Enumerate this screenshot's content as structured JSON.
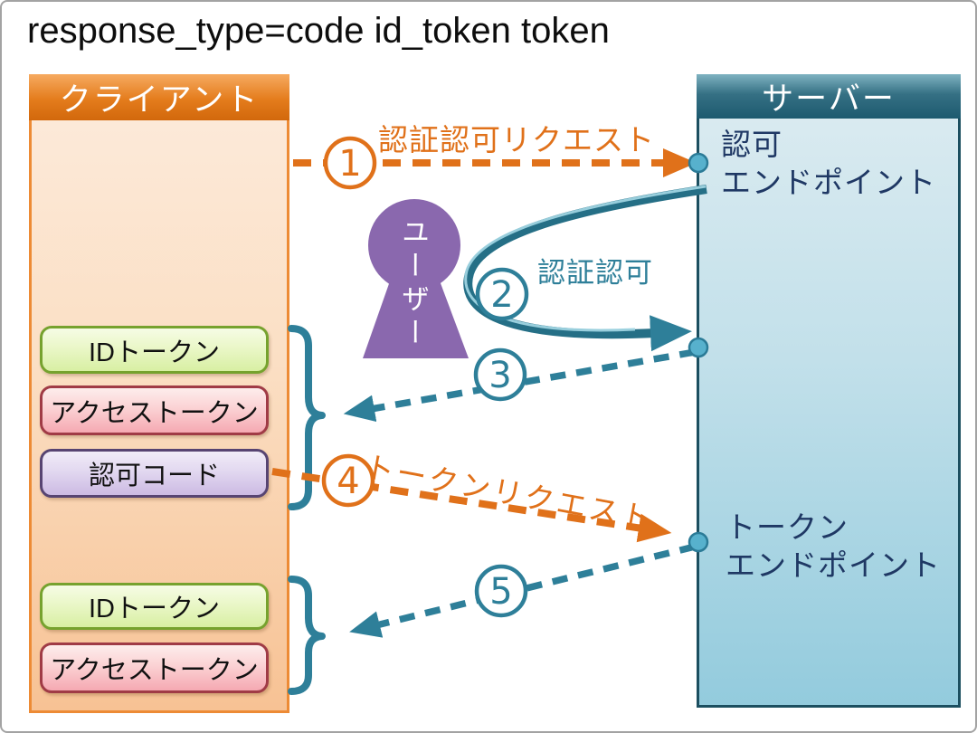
{
  "title": "response_type=code id_token token",
  "client": {
    "header": "クライアント",
    "tokens_top": [
      {
        "label": "IDトークン",
        "type": "green"
      },
      {
        "label": "アクセストークン",
        "type": "pink"
      },
      {
        "label": "認可コード",
        "type": "purple"
      }
    ],
    "tokens_bottom": [
      {
        "label": "IDトークン",
        "type": "green"
      },
      {
        "label": "アクセストークン",
        "type": "pink"
      }
    ]
  },
  "server": {
    "header": "サーバー",
    "authorization_endpoint": "認可\nエンドポイント",
    "token_endpoint": "トークン\nエンドポイント"
  },
  "user": {
    "label": "ユーザー"
  },
  "steps": [
    {
      "num": "1",
      "label": "認証認可リクエスト",
      "color": "orange",
      "style": "dashed"
    },
    {
      "num": "2",
      "label": "認証認可",
      "color": "teal",
      "style": "solid-curve"
    },
    {
      "num": "3",
      "label": "",
      "color": "teal",
      "style": "dashed"
    },
    {
      "num": "4",
      "label": "トークンリクエスト",
      "color": "orange",
      "style": "dashed"
    },
    {
      "num": "5",
      "label": "",
      "color": "teal",
      "style": "dashed"
    }
  ],
  "colors": {
    "orange": "#E0711A",
    "teal": "#2E7F99",
    "user_purple": "#8A68AE",
    "navy_text": "#1F3864"
  }
}
